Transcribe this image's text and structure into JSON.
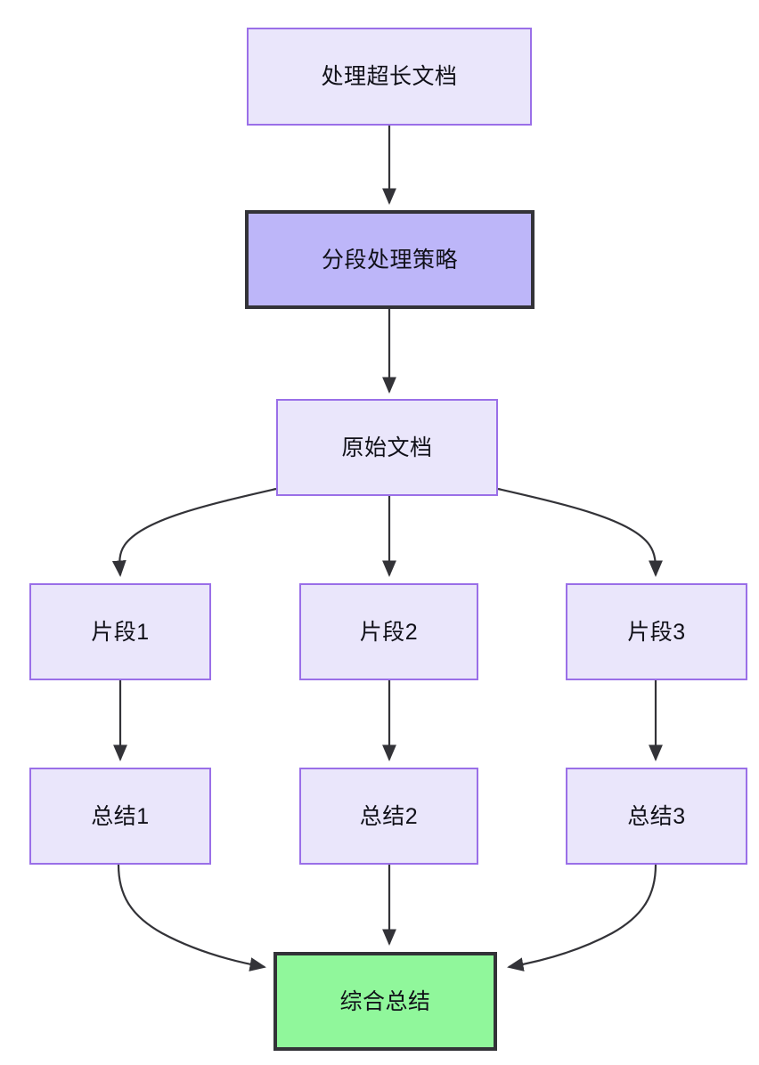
{
  "diagram": {
    "type": "flowchart",
    "direction": "top-down",
    "background_color": "#ffffff",
    "nodes": [
      {
        "id": "process-long-doc",
        "label": "处理超长文档",
        "style": "default",
        "fill": "#EAE6FB",
        "stroke": "#9A6FE8"
      },
      {
        "id": "chunk-strategy",
        "label": "分段处理策略",
        "style": "highlight",
        "fill": "#BDB6F9",
        "stroke": "#333338"
      },
      {
        "id": "source-doc",
        "label": "原始文档",
        "style": "default",
        "fill": "#EAE6FB",
        "stroke": "#9A6FE8"
      },
      {
        "id": "fragment-1",
        "label": "片段1",
        "style": "default",
        "fill": "#EAE6FB",
        "stroke": "#9A6FE8"
      },
      {
        "id": "fragment-2",
        "label": "片段2",
        "style": "default",
        "fill": "#EAE6FB",
        "stroke": "#9A6FE8"
      },
      {
        "id": "fragment-3",
        "label": "片段3",
        "style": "default",
        "fill": "#EAE6FB",
        "stroke": "#9A6FE8"
      },
      {
        "id": "summary-1",
        "label": "总结1",
        "style": "default",
        "fill": "#EAE6FB",
        "stroke": "#9A6FE8"
      },
      {
        "id": "summary-2",
        "label": "总结2",
        "style": "default",
        "fill": "#EAE6FB",
        "stroke": "#9A6FE8"
      },
      {
        "id": "summary-3",
        "label": "总结3",
        "style": "default",
        "fill": "#EAE6FB",
        "stroke": "#9A6FE8"
      },
      {
        "id": "final-summary",
        "label": "综合总结",
        "style": "success",
        "fill": "#90F79B",
        "stroke": "#333338"
      }
    ],
    "edges": [
      {
        "from": "process-long-doc",
        "to": "chunk-strategy",
        "shape": "straight",
        "arrow": "end"
      },
      {
        "from": "chunk-strategy",
        "to": "source-doc",
        "shape": "straight",
        "arrow": "end"
      },
      {
        "from": "source-doc",
        "to": "fragment-1",
        "shape": "curved",
        "arrow": "end"
      },
      {
        "from": "source-doc",
        "to": "fragment-2",
        "shape": "straight",
        "arrow": "end"
      },
      {
        "from": "source-doc",
        "to": "fragment-3",
        "shape": "curved",
        "arrow": "end"
      },
      {
        "from": "fragment-1",
        "to": "summary-1",
        "shape": "straight",
        "arrow": "end"
      },
      {
        "from": "fragment-2",
        "to": "summary-2",
        "shape": "straight",
        "arrow": "end"
      },
      {
        "from": "fragment-3",
        "to": "summary-3",
        "shape": "straight",
        "arrow": "end"
      },
      {
        "from": "summary-1",
        "to": "final-summary",
        "shape": "curved",
        "arrow": "end"
      },
      {
        "from": "summary-2",
        "to": "final-summary",
        "shape": "straight",
        "arrow": "end"
      },
      {
        "from": "summary-3",
        "to": "final-summary",
        "shape": "curved",
        "arrow": "end"
      }
    ],
    "edge_color": "#333338",
    "label_color": "#101018"
  }
}
